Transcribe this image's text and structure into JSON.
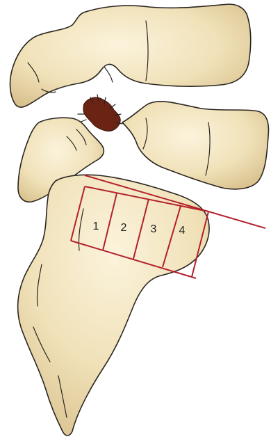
{
  "diagram": {
    "zones": [
      {
        "label": "1"
      },
      {
        "label": "2"
      },
      {
        "label": "3"
      },
      {
        "label": "4"
      }
    ],
    "colors": {
      "bone_fill": "#f0e1b8",
      "bone_highlight": "#fbf3dc",
      "bone_shadow": "#d9c18e",
      "lesion": "#6b2314",
      "grid_line": "#b3202a",
      "outline": "#2a2520"
    }
  }
}
